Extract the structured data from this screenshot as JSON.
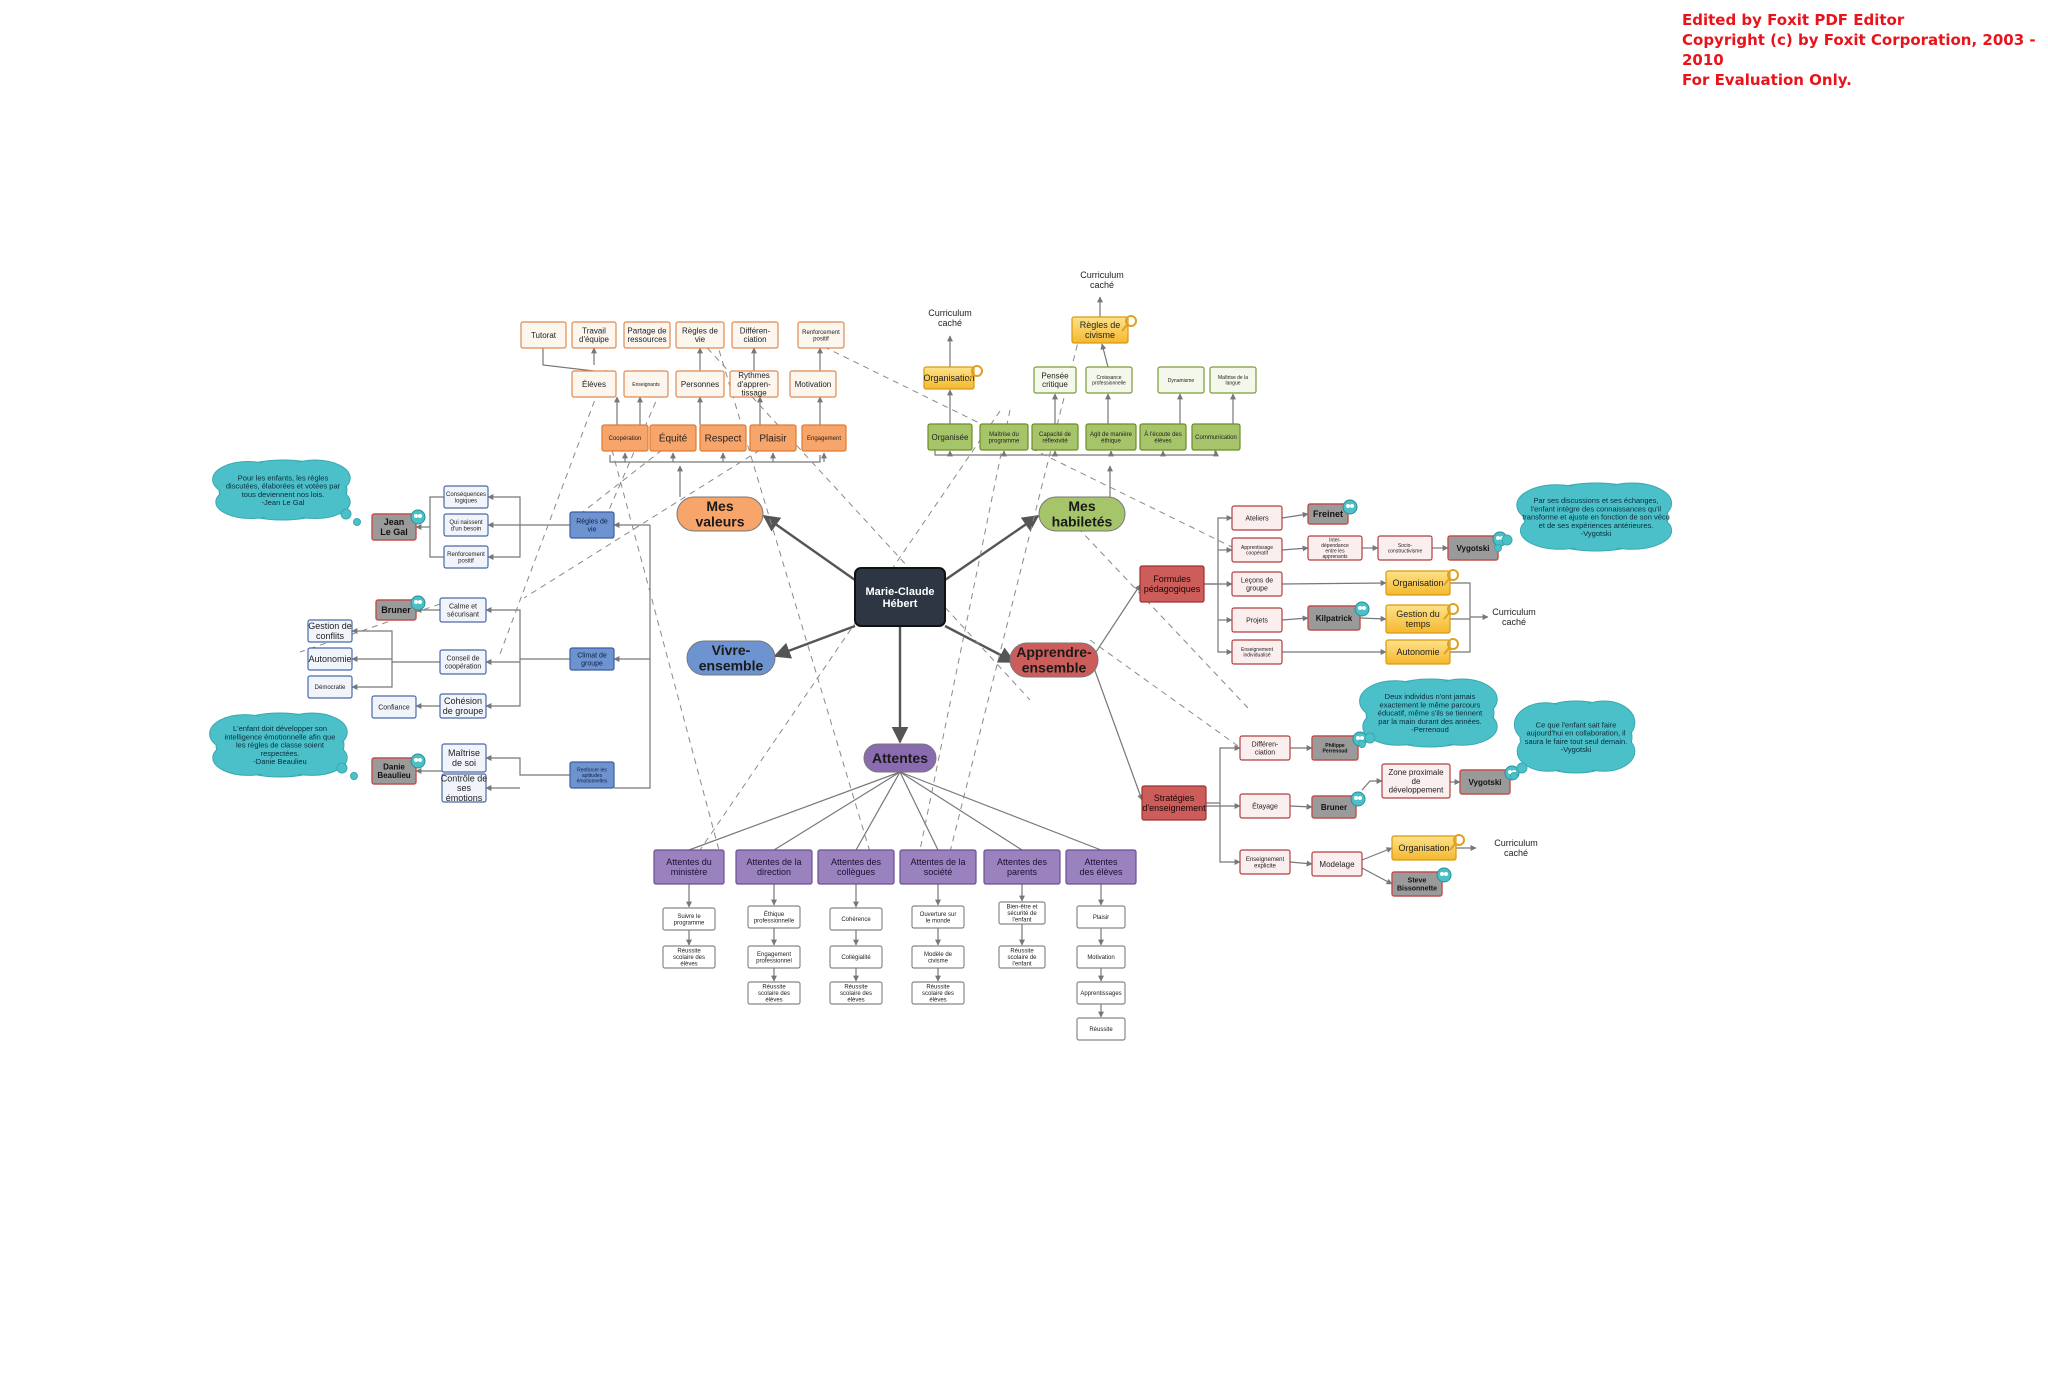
{
  "watermark": {
    "line1": "Edited by Foxit PDF Editor",
    "line2": "Copyright (c) by Foxit Corporation, 2003 - 2010",
    "line3": "For Evaluation Only."
  },
  "colors": {
    "orange": "#f4a460",
    "orange_light": "#fdf3ea",
    "orange_border": "#e08040",
    "green": "#9bbb59",
    "green_light": "#f2f7e8",
    "green_border": "#6b8e23",
    "blue": "#6d93d1",
    "blue_light": "#eef2fa",
    "blue_border": "#3d5f9e",
    "red": "#c0504d",
    "red_light": "#fbeaea",
    "red_border": "#a03030",
    "purple": "#8064a2",
    "purple_light": "#f1edf6",
    "gray": "#999999",
    "gray_border": "#888888",
    "gold": "#f8c948",
    "teal": "#4bc0c8",
    "dark": "#2c3240"
  },
  "center": {
    "label": "Marie-Claude\nHébert"
  },
  "main": {
    "valeurs": "Mes\nvaleurs",
    "habiletes": "Mes\nhabiletés",
    "vivre": "Vivre-\nensemble",
    "apprendre": "Apprendre-\nensemble",
    "attentes": "Attentes"
  },
  "valeurs": {
    "row1": [
      "Coopération",
      "Équité",
      "Respect",
      "Plaisir",
      "Engagement"
    ],
    "row2": [
      "Élèves",
      "Enseignants",
      "Personnes",
      "Rythmes\nd'appren-\ntissage",
      "Motivation"
    ],
    "row3": [
      "Tutorat",
      "Travail\nd'équipe",
      "Partage de\nressources",
      "Règles de\nvie",
      "Différen-\nciation",
      "Renforcement\npositif"
    ]
  },
  "habiletes": {
    "row1": [
      "Organisée",
      "Maîtrise du\nprogramme",
      "Capacité de\nréflexivité",
      "Agit de manière\néthique",
      "À l'écoute des\nélèves",
      "Communication"
    ],
    "row2": [
      "Organisation",
      "Pensée\ncritique",
      "Croissance\nprofessionnelle",
      "Dynamisme",
      "Maîtrise de la\nlangue"
    ],
    "regles_civisme": "Règles de\ncivisme",
    "curriculum1": "Curriculum\ncaché",
    "curriculum2": "Curriculum\ncaché"
  },
  "vivre": {
    "groups": [
      "Règles de\nvie",
      "Climat de\ngroupe",
      "Renforcer les\naptitudes\némotionnelles"
    ],
    "regles": [
      "Conséquences\nlogiques",
      "Qui naissent\nd'un besoin",
      "Renforcement\npositif"
    ],
    "climat": [
      "Calme et\nsécurisant",
      "Conseil de\ncoopération",
      "Cohésion\nde groupe"
    ],
    "conseil": [
      "Gestion de\nconflits",
      "Autonomie",
      "Démocratie"
    ],
    "confiance": "Confiance",
    "emotion": [
      "Maîtrise\nde soi",
      "Contrôle de\nses\némotions"
    ],
    "persons": [
      "Jean\nLe Gal",
      "Bruner",
      "Danie\nBeaulieu"
    ],
    "bubble1": "Pour les enfants, les règles\ndiscutées, élaborées et votées par\ntous deviennent nos lois.\n-Jean Le Gal",
    "bubble2": "L'enfant doit développer son\nintelligence émotionnelle afin que\nles règles de classe soient\nrespectées.\n-Danie Beaulieu"
  },
  "apprendre": {
    "formules": "Formules\npédagogiques",
    "strategies": "Stratégies\nd'enseignement",
    "formules_items": [
      "Ateliers",
      "Apprentissage\ncoopératif",
      "Leçons de\ngroupe",
      "Projets",
      "Enseignement\nindividualisé"
    ],
    "chain": [
      "Inter-\ndépendance\nentre les\napprenants",
      "Socio-\nconstructivisme"
    ],
    "persons_top": [
      "Freinet",
      "Vygotski",
      "Kilpatrick"
    ],
    "gold_top": [
      "Organisation",
      "Gestion du\ntemps",
      "Autonomie"
    ],
    "curriculum_top": "Curriculum\ncaché",
    "strat_items": [
      "Différen-\nciation",
      "Étayage",
      "Enseignement\nexplicite"
    ],
    "persons_bottom": [
      "Philippe\nPerrenoud",
      "Bruner",
      "Vygotski",
      "Steve\nBissonnette"
    ],
    "zone": "Zone proximale\nde\ndéveloppement",
    "modelage": "Modelage",
    "gold_bottom": "Organisation",
    "curriculum_bottom": "Curriculum\ncaché",
    "bubble_vygotski1": "Par ses discussions et ses échanges,\nl'enfant intègre des connaissances qu'il\ntransforme et ajuste en fonction de son vécu\net de ses expériences antérieures.\n-Vygotski",
    "bubble_perrenoud": "Deux individus n'ont jamais\nexactement le même parcours\néducatif, même s'ils se tiennent\npar la main durant des années.\n-Perrenoud",
    "bubble_vygotski2": "Ce que l'enfant sait faire\naujourd'hui en collaboration, il\nsaura le faire tout seul demain.\n-Vygotski"
  },
  "attentes": {
    "headers": [
      "Attentes du\nministère",
      "Attentes de la\ndirection",
      "Attentes des\ncollègues",
      "Attentes de la\nsociété",
      "Attentes des\nparents",
      "Attentes\ndes élèves"
    ],
    "columns": [
      [
        "Suivre le\nprogramme",
        "Réussite\nscolaire des\nélèves"
      ],
      [
        "Éthique\nprofessionnelle",
        "Engagement\nprofessionnel",
        "Réussite\nscolaire des\nélèves"
      ],
      [
        "Cohérence",
        "Collégialité",
        "Réussite\nscolaire des\nélèves"
      ],
      [
        "Ouverture sur\nle monde",
        "Modèle de\ncivisme",
        "Réussite\nscolaire des\nélèves"
      ],
      [
        "Bien-être et\nsécurité de\nl'enfant",
        "Réussite\nscolaire de\nl'enfant"
      ],
      [
        "Plaisir",
        "Motivation",
        "Apprentissages",
        "Réussite"
      ]
    ]
  }
}
